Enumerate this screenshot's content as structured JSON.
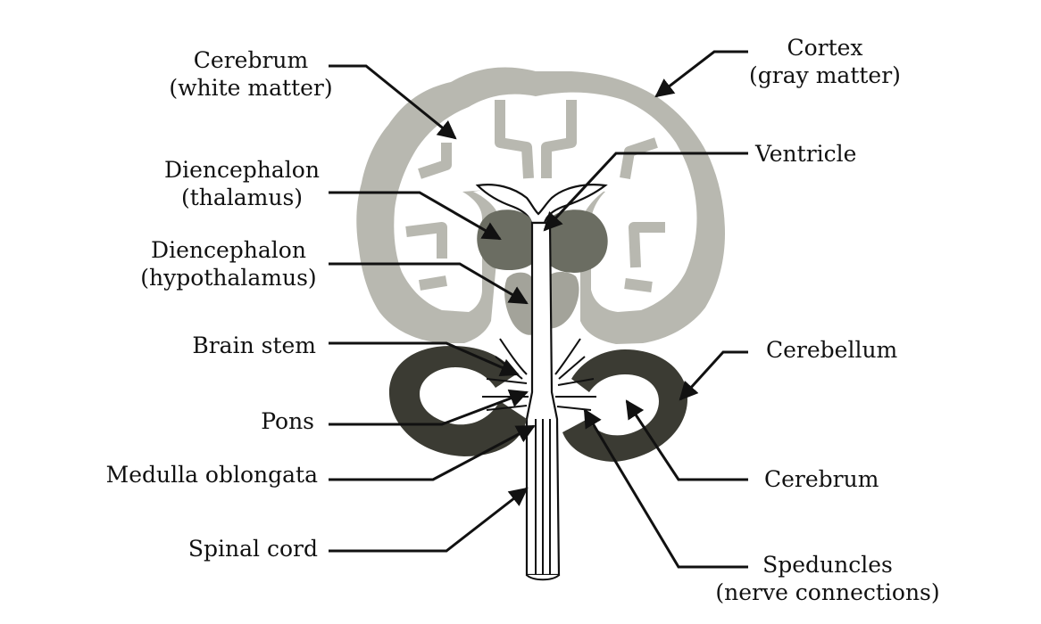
{
  "colors": {
    "gray_matter": "#b8b8b0",
    "thalamus": "#6b6d62",
    "hypothalamus": "#a3a39a",
    "cerebellum": "#3b3b33",
    "stem_fill": "#ffffff",
    "line": "#111111"
  },
  "labels": {
    "cerebrum_top": {
      "line1": "Cerebrum",
      "line2": "(white matter)"
    },
    "cortex": {
      "line1": "Cortex",
      "line2": "(gray matter)"
    },
    "ventricle": {
      "line1": "Ventricle"
    },
    "thalamus": {
      "line1": "Diencephalon",
      "line2": "(thalamus)"
    },
    "hypothalamus": {
      "line1": "Diencephalon",
      "line2": "(hypothalamus)"
    },
    "brain_stem": {
      "line1": "Brain stem"
    },
    "cerebellum": {
      "line1": "Cerebellum"
    },
    "pons": {
      "line1": "Pons"
    },
    "medulla": {
      "line1": "Medulla oblongata"
    },
    "cerebrum_bottom": {
      "line1": "Cerebrum"
    },
    "spinal_cord": {
      "line1": "Spinal cord"
    },
    "speduncles": {
      "line1": "Speduncles",
      "line2": "(nerve connections)"
    }
  }
}
